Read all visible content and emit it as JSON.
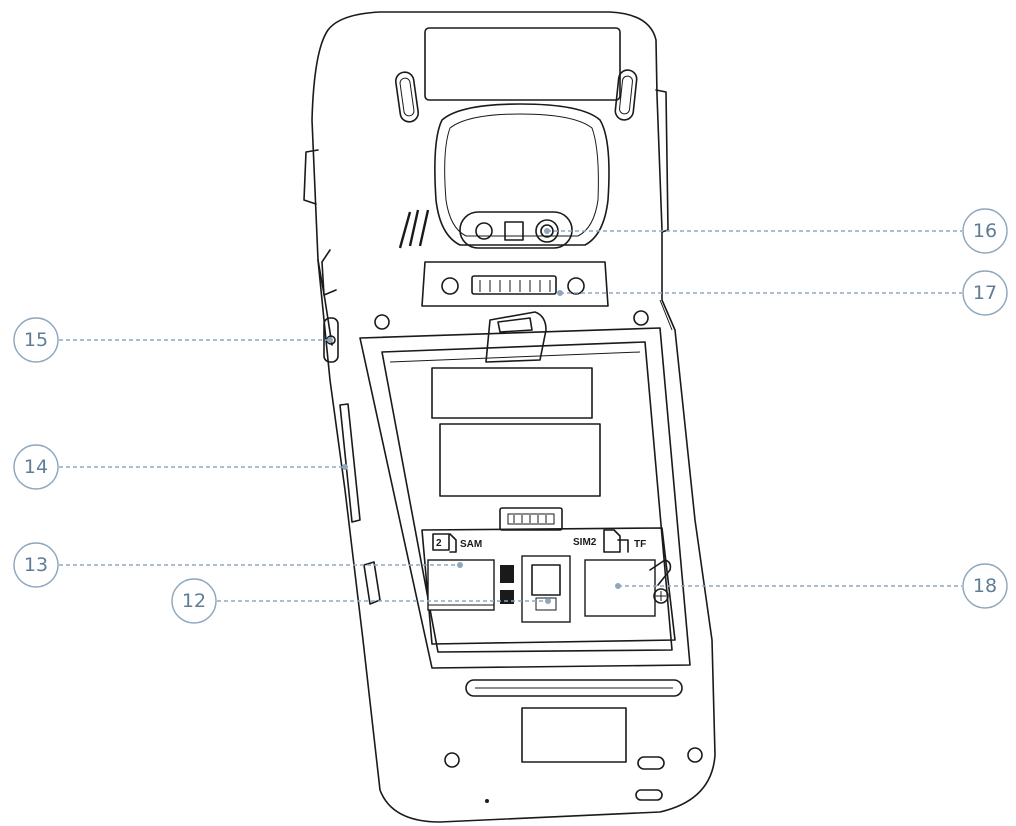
{
  "callouts": [
    {
      "id": "15",
      "label": "15"
    },
    {
      "id": "14",
      "label": "14"
    },
    {
      "id": "13",
      "label": "13"
    },
    {
      "id": "12",
      "label": "12"
    },
    {
      "id": "16",
      "label": "16"
    },
    {
      "id": "17",
      "label": "17"
    },
    {
      "id": "18",
      "label": "18"
    }
  ],
  "printed_text": {
    "sam_slot": "SAM",
    "sam_number": "2",
    "sim_slot": "SIM2",
    "tf_slot": "TF"
  }
}
